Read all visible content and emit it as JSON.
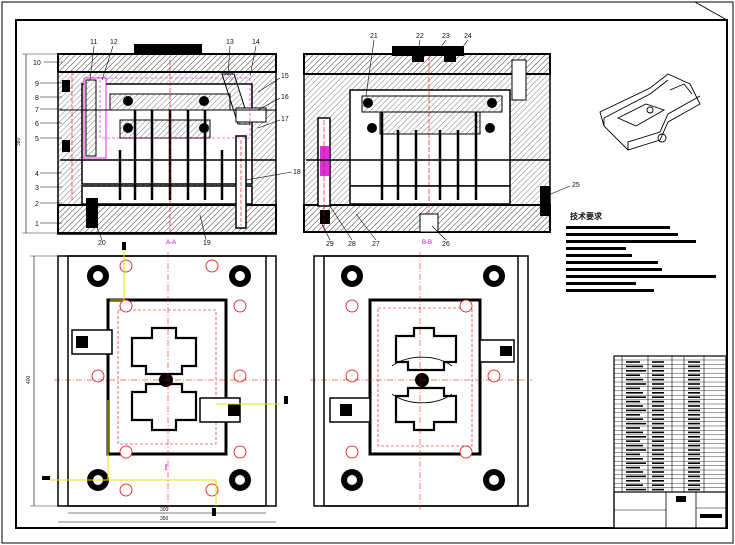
{
  "part_labels_left": [
    "1",
    "2",
    "3",
    "4",
    "5",
    "6",
    "7",
    "8",
    "9",
    "10",
    "11",
    "12",
    "13",
    "14",
    "15",
    "16",
    "17",
    "18",
    "19",
    "20"
  ],
  "part_labels_right": [
    "21",
    "22",
    "23",
    "24",
    "25",
    "26",
    "27",
    "28",
    "29"
  ],
  "dims": {
    "height_left": "380",
    "bottom_inner": "300",
    "bottom_outer": "350",
    "left_vertical": "400",
    "section_mark_a": "A-A",
    "section_mark_b": "B-B"
  },
  "tech_title": "技术要求",
  "colors": {
    "line": "#000000",
    "hatch": "#555555",
    "magenta": "#d000d0",
    "red": "#e00000",
    "yellow": "#e8e000"
  }
}
